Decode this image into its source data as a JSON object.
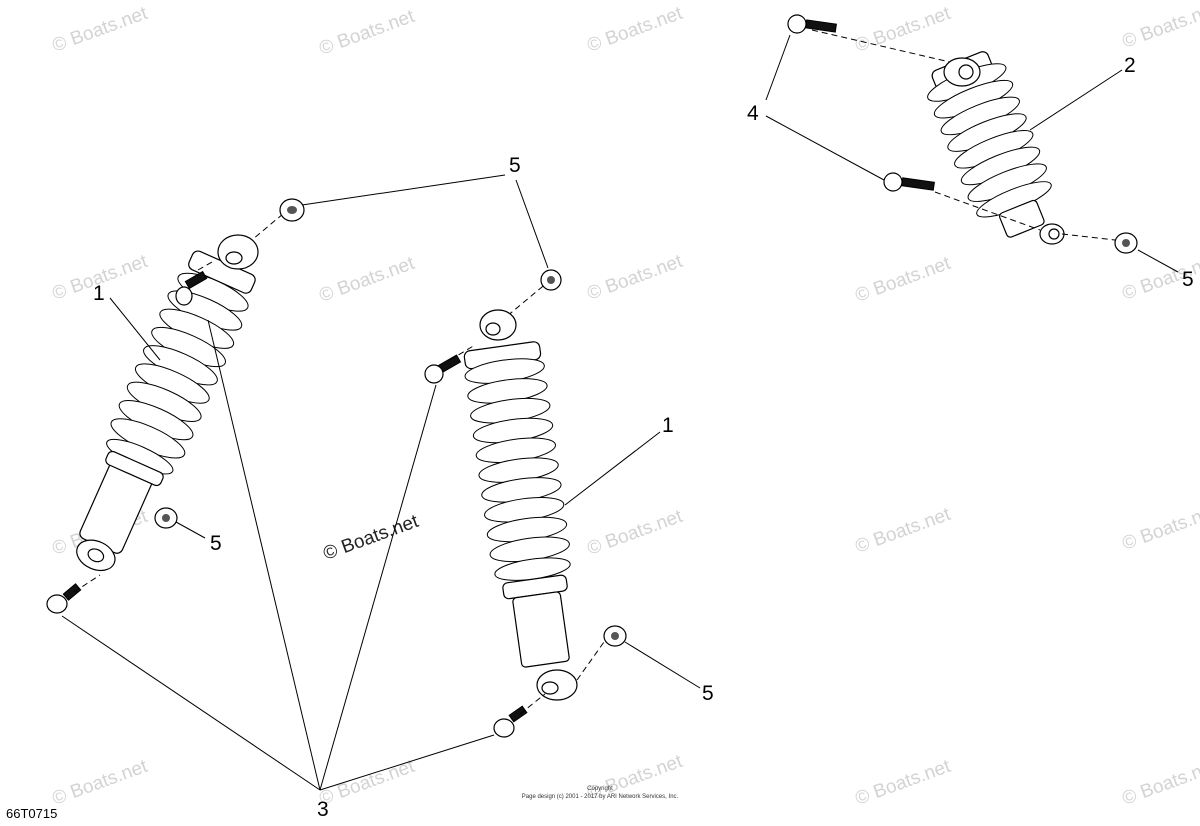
{
  "watermark": "© Boats.net",
  "callouts": {
    "front_shock_left": "1",
    "front_shock_right": "1",
    "rear_shock": "2",
    "front_screws": "3",
    "rear_screws": "4",
    "nut_top": "5",
    "nut_left": "5",
    "nut_right": "5",
    "nut_rear": "5"
  },
  "reference_code": "66T0715",
  "copyright": {
    "line1": "Copyright",
    "line2": "Page design (c) 2001 - 2017 by ARI Network Services, Inc."
  }
}
